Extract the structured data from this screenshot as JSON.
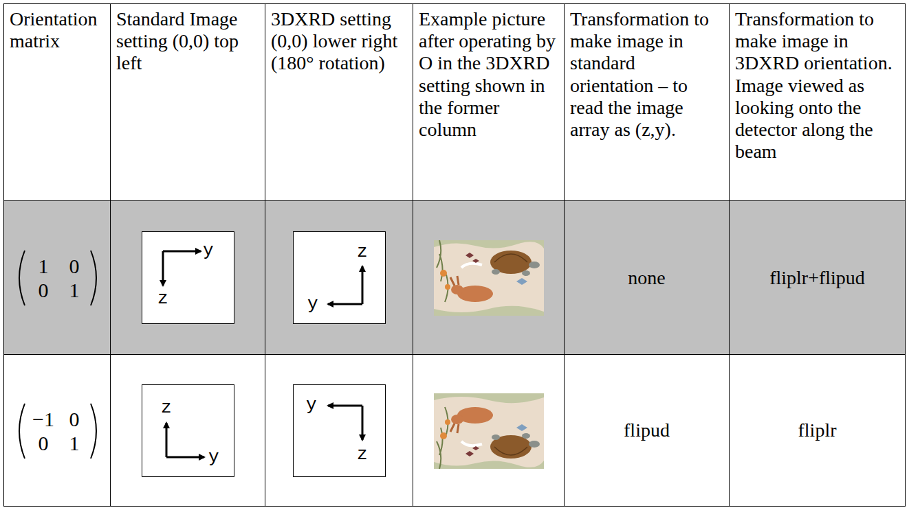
{
  "diagram": {
    "nodes": [
      {
        "text": [
          "y",
          "z"
        ]
      },
      {
        "text": [
          "z",
          "y"
        ]
      },
      {
        "text": [
          "z",
          "y"
        ]
      },
      {
        "text": [
          "y",
          "z"
        ]
      }
    ],
    "labels": [
      "Orientation matrix",
      "Standard Image setting (0,0) top left",
      "3DXRD setting (0,0) lower right (180° rotation)",
      "Example picture after operating by O in the 3DXRD setting shown in the former column",
      "Transformation to make image in standard orientation – to read the image array as (z,y).",
      "Transformation to make image in 3DXRD orientation. Image viewed as looking onto the detector along the beam",
      "1",
      "0",
      "0",
      "1",
      "none",
      "fliplr+flipud",
      "−1",
      "0",
      "0",
      "1",
      "flipud",
      "fliplr"
    ]
  }
}
